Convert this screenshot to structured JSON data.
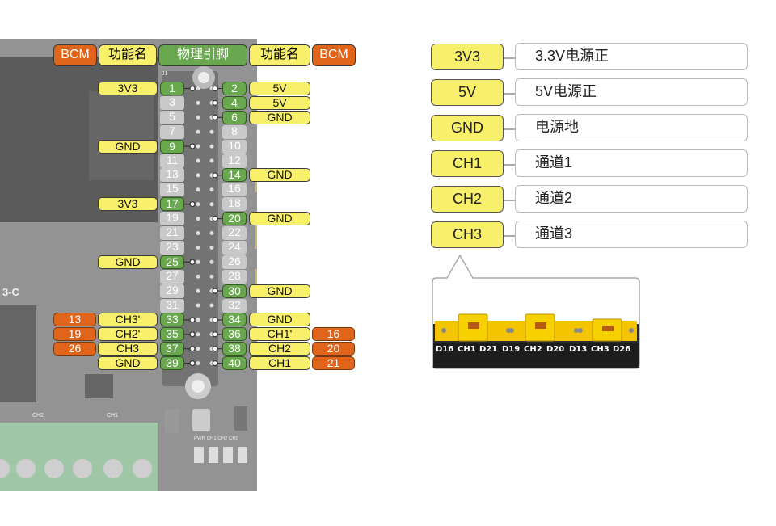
{
  "header": {
    "bcm_left": "BCM",
    "func_left": "功能名",
    "phys": "物理引脚",
    "func_right": "功能名",
    "bcm_right": "BCM"
  },
  "pins": {
    "n1": "1",
    "n2": "2",
    "n3": "3",
    "n4": "4",
    "n5": "5",
    "n6": "6",
    "n7": "7",
    "n8": "8",
    "n9": "9",
    "n10": "10",
    "n11": "11",
    "n12": "12",
    "n13": "13",
    "n14": "14",
    "n15": "15",
    "n16": "16",
    "n17": "17",
    "n18": "18",
    "n19": "19",
    "n20": "20",
    "n21": "21",
    "n22": "22",
    "n23": "23",
    "n24": "24",
    "n25": "25",
    "n26": "26",
    "n27": "27",
    "n28": "28",
    "n29": "29",
    "n30": "30",
    "n31": "31",
    "n32": "32",
    "n33": "33",
    "n34": "34",
    "n35": "35",
    "n36": "36",
    "n37": "37",
    "n38": "38",
    "n39": "39",
    "n40": "40"
  },
  "left_func": {
    "p1": "3V3",
    "p9": "GND",
    "p17": "3V3",
    "p25": "GND",
    "p33": "CH3'",
    "p35": "CH2'",
    "p37": "CH3",
    "p39": "GND"
  },
  "left_bcm": {
    "p33": "13",
    "p35": "19",
    "p37": "26"
  },
  "right_func": {
    "p2": "5V",
    "p4": "5V",
    "p6": "GND",
    "p14": "GND",
    "p20": "GND",
    "p30": "GND",
    "p34": "GND",
    "p36": "CH1'",
    "p38": "CH2",
    "p40": "CH1"
  },
  "right_bcm": {
    "p36": "16",
    "p38": "20",
    "p40": "21"
  },
  "legend": [
    {
      "key": "3V3",
      "desc": "3.3V电源正"
    },
    {
      "key": "5V",
      "desc": "5V电源正"
    },
    {
      "key": "GND",
      "desc": "电源地"
    },
    {
      "key": "CH1",
      "desc": "通道1"
    },
    {
      "key": "CH2",
      "desc": "通道2"
    },
    {
      "key": "CH3",
      "desc": "通道3"
    }
  ],
  "jumper_labels": {
    "a": "D16",
    "b": "CH1",
    "c": "D21",
    "d": "D19",
    "e": "CH2",
    "f": "D20",
    "g": "D13",
    "h": "CH3",
    "i": "D26"
  },
  "board_text": {
    "ch2": "CH2",
    "ch1": "CH1",
    "pwr": "PWR CH1 CH2 CH3",
    "j1": "J1",
    "c3": "3-C"
  },
  "colors": {
    "yellow": "#f8f06a",
    "orange": "#e0641a",
    "green": "#6aa84f",
    "board": "#2a2a2a"
  }
}
